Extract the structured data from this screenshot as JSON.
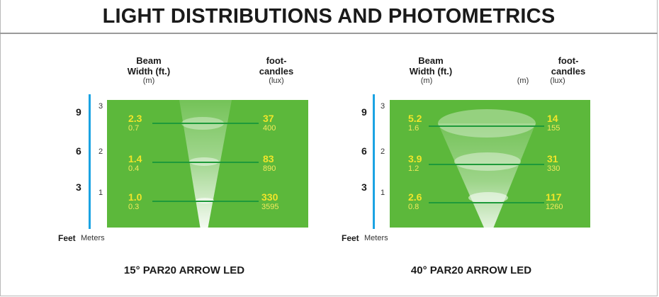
{
  "title": "LIGHT DISTRIBUTIONS AND PHOTOMETRICS",
  "panels": [
    {
      "caption": "15° PAR20 ARROW LED",
      "beam_header": [
        "Beam",
        "Width (ft.)"
      ],
      "beam_sub": "(m)",
      "fc_header": [
        "foot-",
        "candles"
      ],
      "fc_sub": "(lux)",
      "extra_m": "",
      "axis_feet": [
        "9",
        "6",
        "3"
      ],
      "axis_meters": [
        "3",
        "2",
        "1"
      ],
      "unit_feet": "Feet",
      "unit_meters": "Meters",
      "rows": [
        {
          "width_ft": "2.3",
          "width_m": "0.7",
          "fc": "37",
          "lux": "400"
        },
        {
          "width_ft": "1.4",
          "width_m": "0.4",
          "fc": "83",
          "lux": "890"
        },
        {
          "width_ft": "1.0",
          "width_m": "0.3",
          "fc": "330",
          "lux": "3595"
        }
      ]
    },
    {
      "caption": "40° PAR20 ARROW LED",
      "beam_header": [
        "Beam",
        "Width (ft.)"
      ],
      "beam_sub": "(m)",
      "fc_header": [
        "foot-",
        "candles"
      ],
      "fc_sub": "(lux)",
      "extra_m": "(m)",
      "axis_feet": [
        "9",
        "6",
        "3"
      ],
      "axis_meters": [
        "3",
        "2",
        "1"
      ],
      "unit_feet": "Feet",
      "unit_meters": "Meters",
      "rows": [
        {
          "width_ft": "5.2",
          "width_m": "1.6",
          "fc": "14",
          "lux": "155"
        },
        {
          "width_ft": "3.9",
          "width_m": "1.2",
          "fc": "31",
          "lux": "330"
        },
        {
          "width_ft": "2.6",
          "width_m": "0.8",
          "fc": "117",
          "lux": "1260"
        }
      ]
    }
  ],
  "colors": {
    "green": "#5cb83b",
    "axis": "#1ba3e3",
    "value": "#f0e52a",
    "line": "#1e9a3a"
  }
}
